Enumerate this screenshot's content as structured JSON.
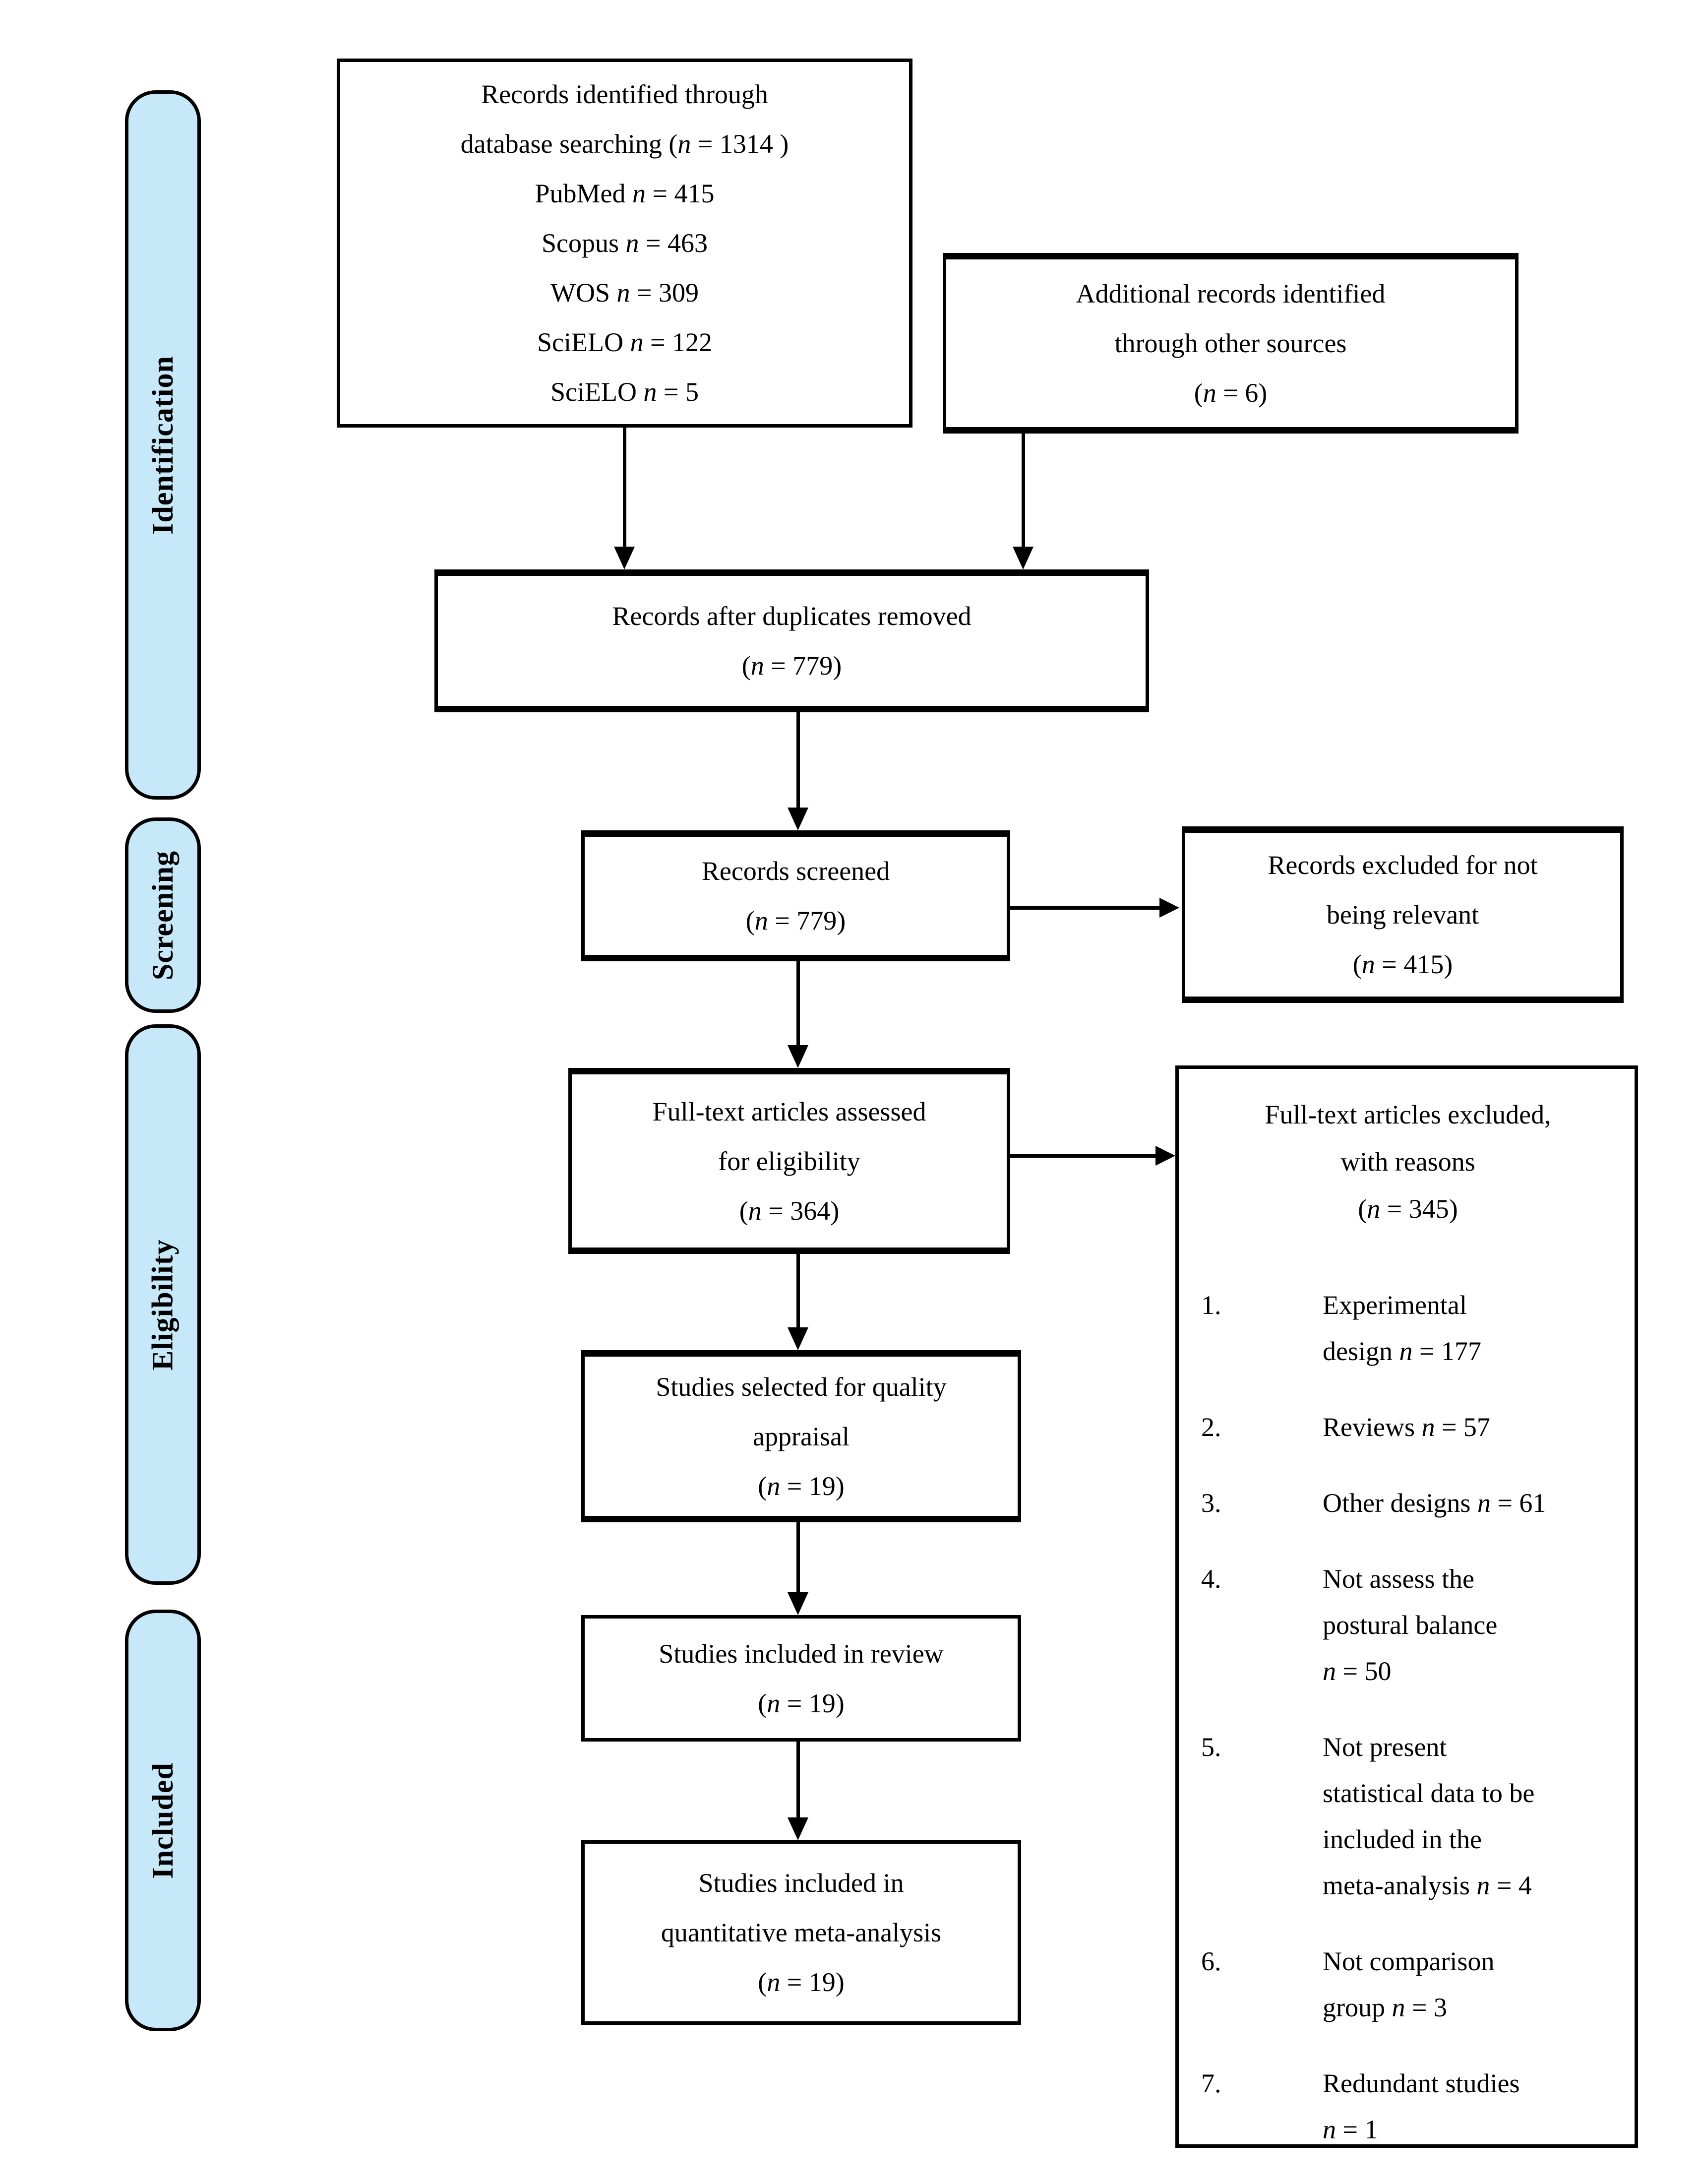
{
  "diagram": {
    "title": "PRISMA flow diagram",
    "accent_fill": "#c6e8f8",
    "sidebar": [
      {
        "label": "Identification"
      },
      {
        "label": "Screening"
      },
      {
        "label": "Eligibility"
      },
      {
        "label": "Included"
      }
    ],
    "boxes": {
      "identified": {
        "lines": [
          "Records identified through",
          "database searching (n = 1314 )",
          "PubMed n = 415",
          "Scopus n = 463",
          "WOS n = 309",
          "SciELO n = 122",
          "SciELO n = 5"
        ]
      },
      "additional": {
        "lines": [
          "Additional records identified",
          "through other sources",
          "(n = 6)"
        ]
      },
      "duplicates_removed": {
        "lines": [
          "Records after duplicates removed",
          "(n = 779)"
        ]
      },
      "screened": {
        "lines": [
          "Records screened",
          "(n = 779)"
        ]
      },
      "excluded_not_relevant": {
        "lines": [
          "Records excluded for not",
          "being relevant",
          "(n = 415)"
        ]
      },
      "fulltext_assessed": {
        "lines": [
          "Full-text articles assessed",
          "for eligibility",
          "(n = 364)"
        ]
      },
      "quality_appraisal": {
        "lines": [
          "Studies selected for quality",
          "appraisal",
          "(n = 19)"
        ]
      },
      "included_review": {
        "lines": [
          "Studies included in review",
          "(n = 19)"
        ]
      },
      "included_meta": {
        "lines": [
          "Studies included in",
          "quantitative meta-analysis",
          "(n = 19)"
        ]
      },
      "fulltext_excluded": {
        "header_lines": [
          "Full-text articles excluded,",
          "with reasons",
          "(n = 345)"
        ],
        "items": [
          {
            "num": "1.",
            "lines": [
              "Experimental",
              "design n = 177"
            ]
          },
          {
            "num": "2.",
            "lines": [
              "Reviews n = 57"
            ]
          },
          {
            "num": "3.",
            "lines": [
              "Other designs n = 61"
            ]
          },
          {
            "num": "4.",
            "lines": [
              "Not assess the",
              "postural balance",
              "n = 50"
            ]
          },
          {
            "num": "5.",
            "lines": [
              "Not present",
              "statistical data to be",
              "included in the",
              "meta-analysis n = 4"
            ]
          },
          {
            "num": "6.",
            "lines": [
              "Not comparison",
              "group n = 3"
            ]
          },
          {
            "num": "7.",
            "lines": [
              "Redundant studies",
              "n = 1"
            ]
          }
        ]
      }
    }
  }
}
